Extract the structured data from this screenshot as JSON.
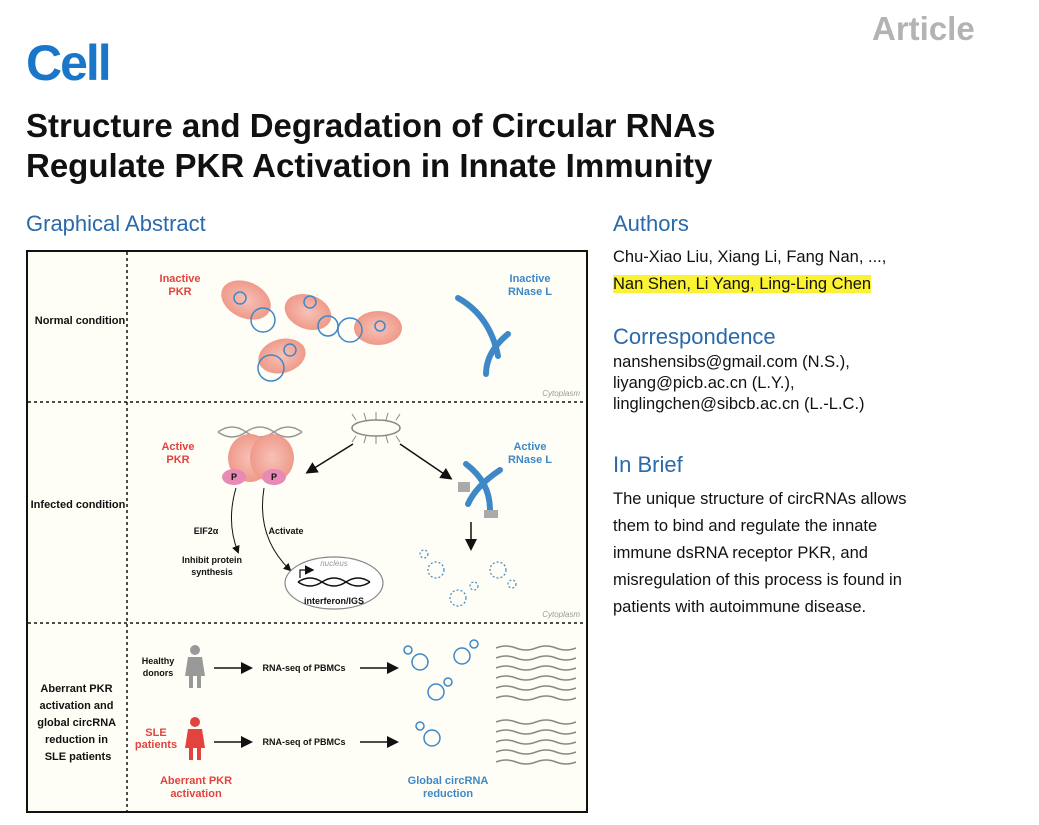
{
  "header": {
    "journal": "Cell",
    "article_label": "Article",
    "title_line1": "Structure and Degradation of Circular RNAs",
    "title_line2": "Regulate PKR Activation in Innate Immunity"
  },
  "graphical_abstract": {
    "heading": "Graphical Abstract",
    "rows": {
      "normal": "Normal condition",
      "infected": "Infected condition",
      "aberrant_line1": "Aberrant PKR",
      "aberrant_line2": "activation and",
      "aberrant_line3": "global circRNA",
      "aberrant_line4": "reduction in",
      "aberrant_line5": "SLE patients"
    },
    "labels": {
      "inactive_pkr_1": "Inactive",
      "inactive_pkr_2": "PKR",
      "inactive_rnase_1": "Inactive",
      "inactive_rnase_2": "RNase L",
      "cytoplasm": "Cytoplasm",
      "active_pkr_1": "Active",
      "active_pkr_2": "PKR",
      "active_rnase_1": "Active",
      "active_rnase_2": "RNase L",
      "p": "P",
      "eif2a": "EIF2α",
      "activate": "Activate",
      "inhibit_1": "Inhibit protein",
      "inhibit_2": "synthesis",
      "nucleus": "nucleus",
      "interferon": "interferon/IGS",
      "healthy_1": "Healthy",
      "healthy_2": "donors",
      "sle_1": "SLE",
      "sle_2": "patients",
      "rnaseq": "RNA-seq of PBMCs",
      "aberrant_pkr_1": "Aberrant PKR",
      "aberrant_pkr_2": "activation",
      "global_1": "Global circRNA",
      "global_2": "reduction"
    }
  },
  "authors": {
    "heading": "Authors",
    "line1": "Chu-Xiao Liu, Xiang Li, Fang Nan, ...,",
    "a1": "Nan Shen",
    "a2": "Li Yang",
    "a3": "Ling-Ling Chen",
    "sep": ", "
  },
  "correspondence": {
    "heading": "Correspondence",
    "lines": [
      "nanshensibs@gmail.com (N.S.),",
      "liyang@picb.ac.cn (L.Y.),",
      "linglingchen@sibcb.ac.cn (L.-L.C.)"
    ]
  },
  "in_brief": {
    "heading": "In Brief",
    "lines": [
      "The unique structure of circRNAs allows",
      "them to bind and regulate the innate",
      "immune dsRNA receptor PKR, and",
      "misregulation of this process is found in",
      "patients with autoimmune disease."
    ]
  },
  "colors": {
    "brand_blue": "#1976c9",
    "heading_blue": "#2a6aaa",
    "pkr_red": "#e2433f",
    "rnase_blue": "#3f88c7",
    "highlight": "#fbf234"
  }
}
